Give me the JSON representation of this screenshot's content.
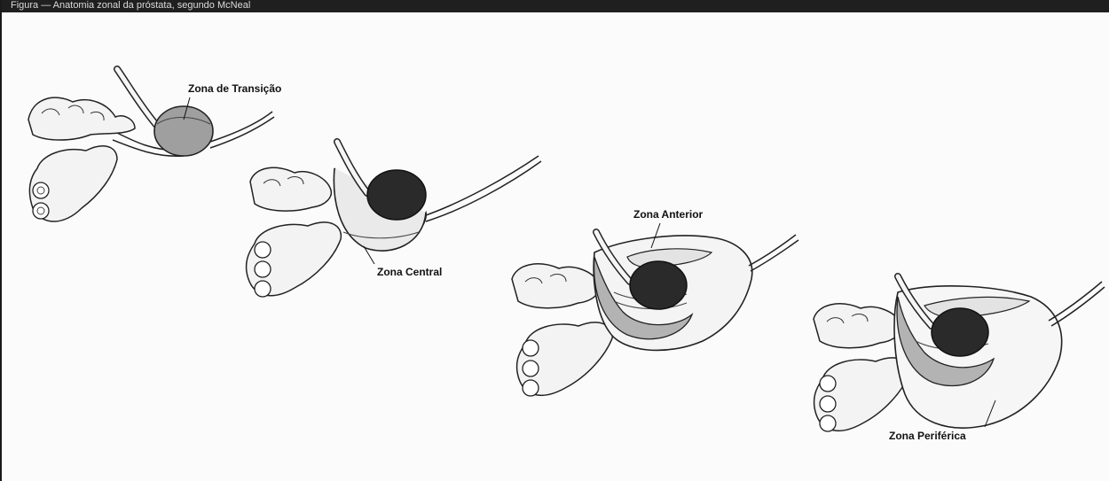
{
  "figure": {
    "caption": "Figura — Anatomia zonal da próstata, segundo McNeal"
  },
  "labels": {
    "transition_zone": "Zona de Transição",
    "central_zone": "Zona Central",
    "anterior_zone": "Zona Anterior",
    "peripheral_zone": "Zona Periférica"
  },
  "colors": {
    "header": "#1f1f1f",
    "dark_fill": "#2a2a2a",
    "gray_fill": "#b3b3b3",
    "light_fill": "#e6e6e6"
  }
}
